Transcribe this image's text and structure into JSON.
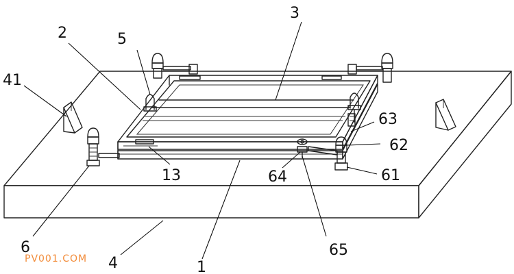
{
  "figure": {
    "labels": {
      "l1": "1",
      "l2": "2",
      "l3": "3",
      "l4": "4",
      "l5": "5",
      "l6": "6",
      "l13": "13",
      "l41": "41",
      "l61": "61",
      "l62": "62",
      "l63": "63",
      "l64": "64",
      "l65": "65"
    },
    "watermark": "PV001.COM",
    "colors": {
      "line": "#222222",
      "fill": "#ffffff",
      "watermark": "#f28c3a"
    }
  }
}
